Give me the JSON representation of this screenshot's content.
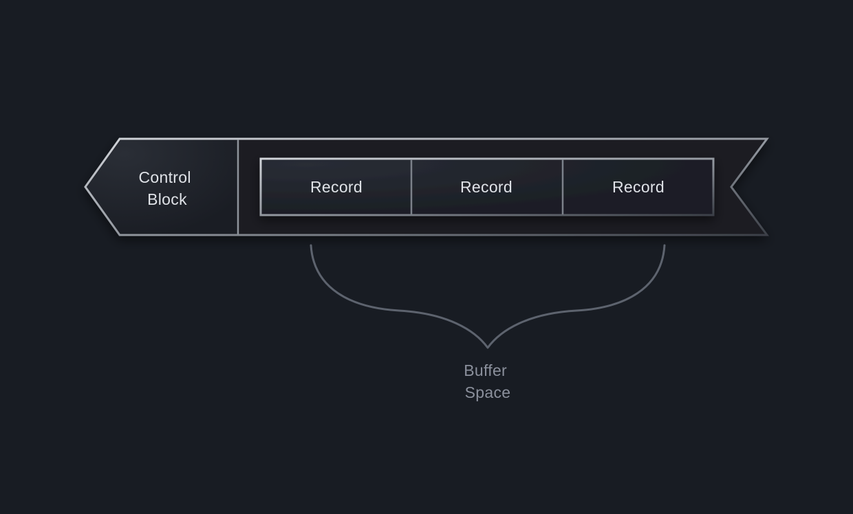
{
  "diagram": {
    "control_block": {
      "line1": "Control",
      "line2": "Block"
    },
    "records": [
      {
        "label": "Record"
      },
      {
        "label": "Record"
      },
      {
        "label": "Record"
      }
    ],
    "brace_label": {
      "line1": "Buffer",
      "line2": "Space"
    }
  },
  "colors": {
    "background": "#181c23",
    "frame_stroke": "#8e939b",
    "frame_highlight": "#d2d5da",
    "primary_text": "#dfe2e7",
    "muted_text": "#8b909c",
    "brace_stroke": "#5d636e"
  }
}
